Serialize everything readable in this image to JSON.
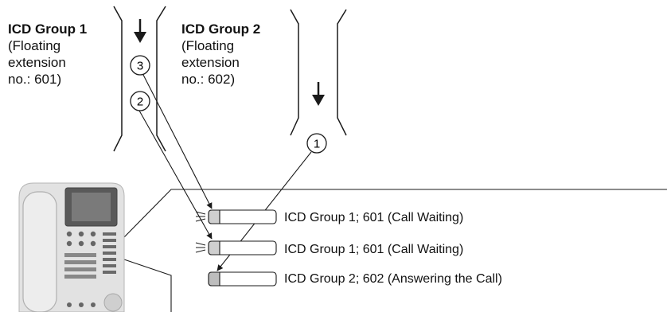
{
  "groups": [
    {
      "title": "ICD Group 1",
      "desc": "(Floating\nextension\nno.: 601)"
    },
    {
      "title": "ICD Group 2",
      "desc": "(Floating\nextension\nno.: 602)"
    }
  ],
  "markers": [
    "3",
    "2",
    "1"
  ],
  "lines": [
    "ICD Group 1; 601 (Call Waiting)",
    "ICD Group 1; 601 (Call Waiting)",
    "ICD Group 2; 602 (Answering the Call)"
  ],
  "icons": [
    "telephone-icon",
    "down-arrow-icon",
    "ringing-indicator-icon"
  ],
  "colors": {
    "line": "#1a1a1a",
    "phone_body": "#e2e2e2",
    "phone_dark": "#555555",
    "button_fill": "#d0d0d0"
  }
}
